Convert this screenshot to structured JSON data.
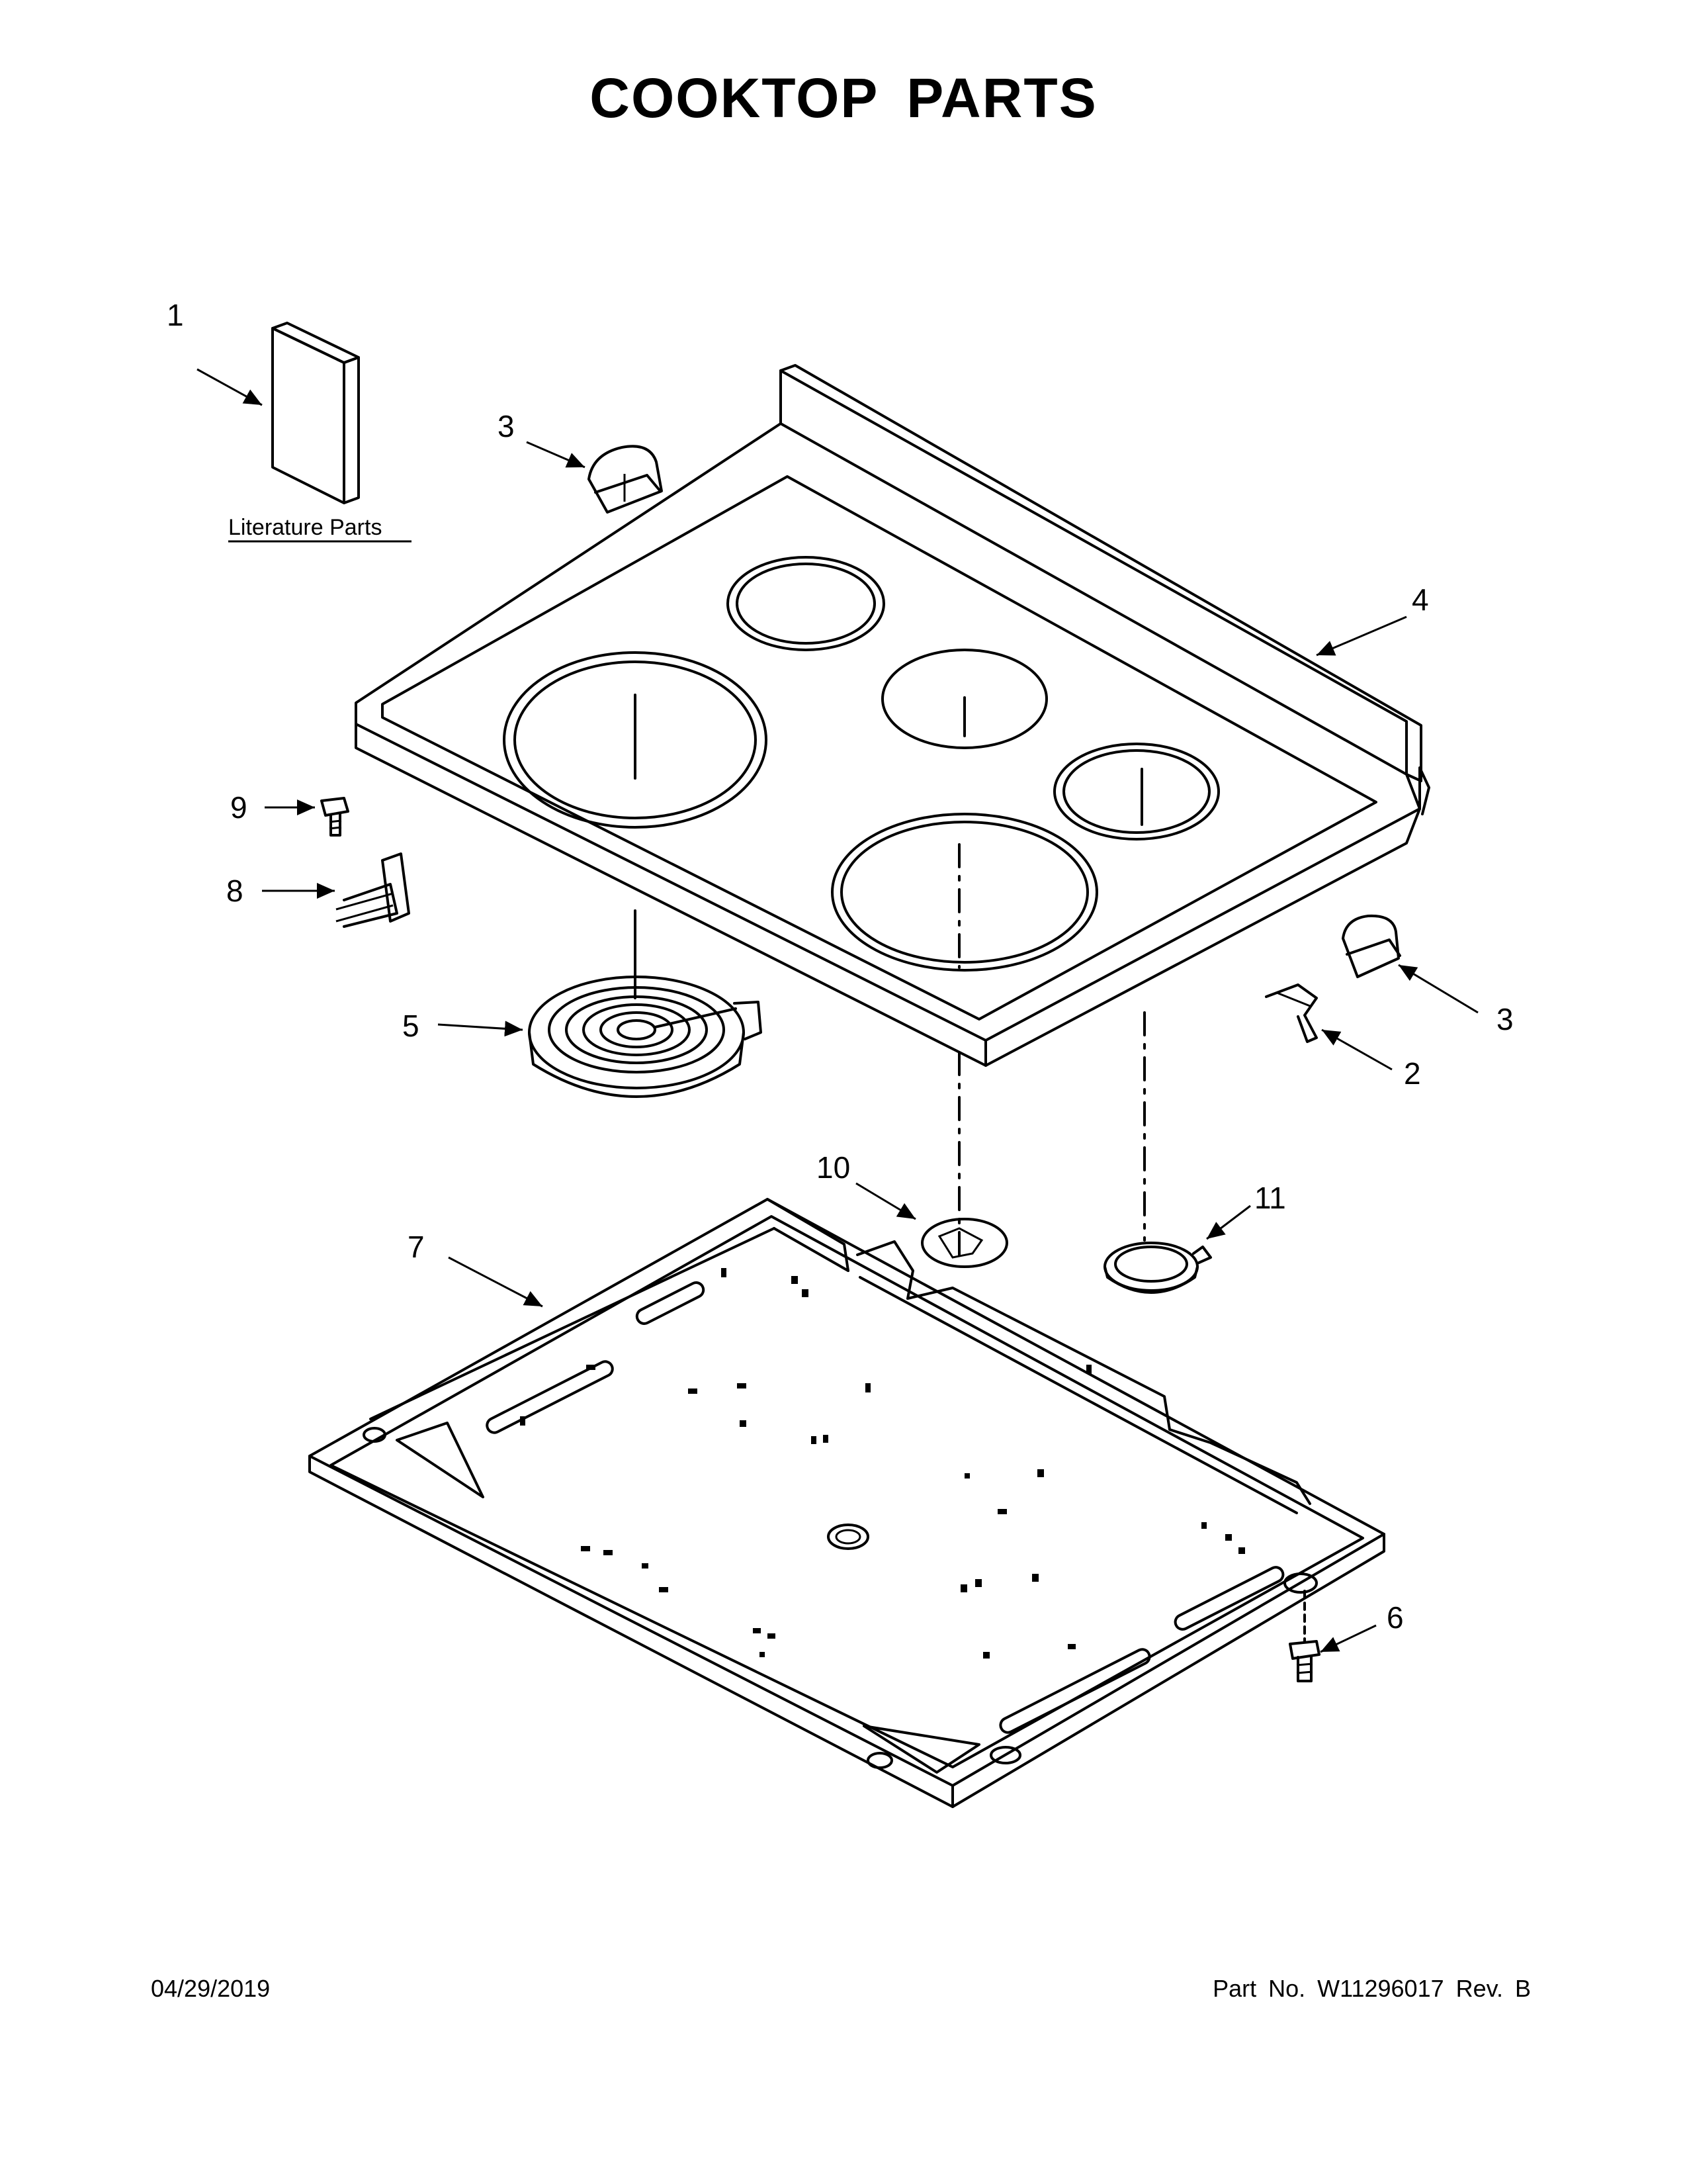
{
  "title": "COOKTOP PARTS",
  "literature_label": "Literature Parts",
  "callouts": [
    "1",
    "3",
    "4",
    "9",
    "8",
    "5",
    "3",
    "2",
    "10",
    "11",
    "7",
    "6"
  ],
  "footer": {
    "date": "04/29/2019",
    "part_number": "Part No.  W11296017  Rev.  B"
  }
}
